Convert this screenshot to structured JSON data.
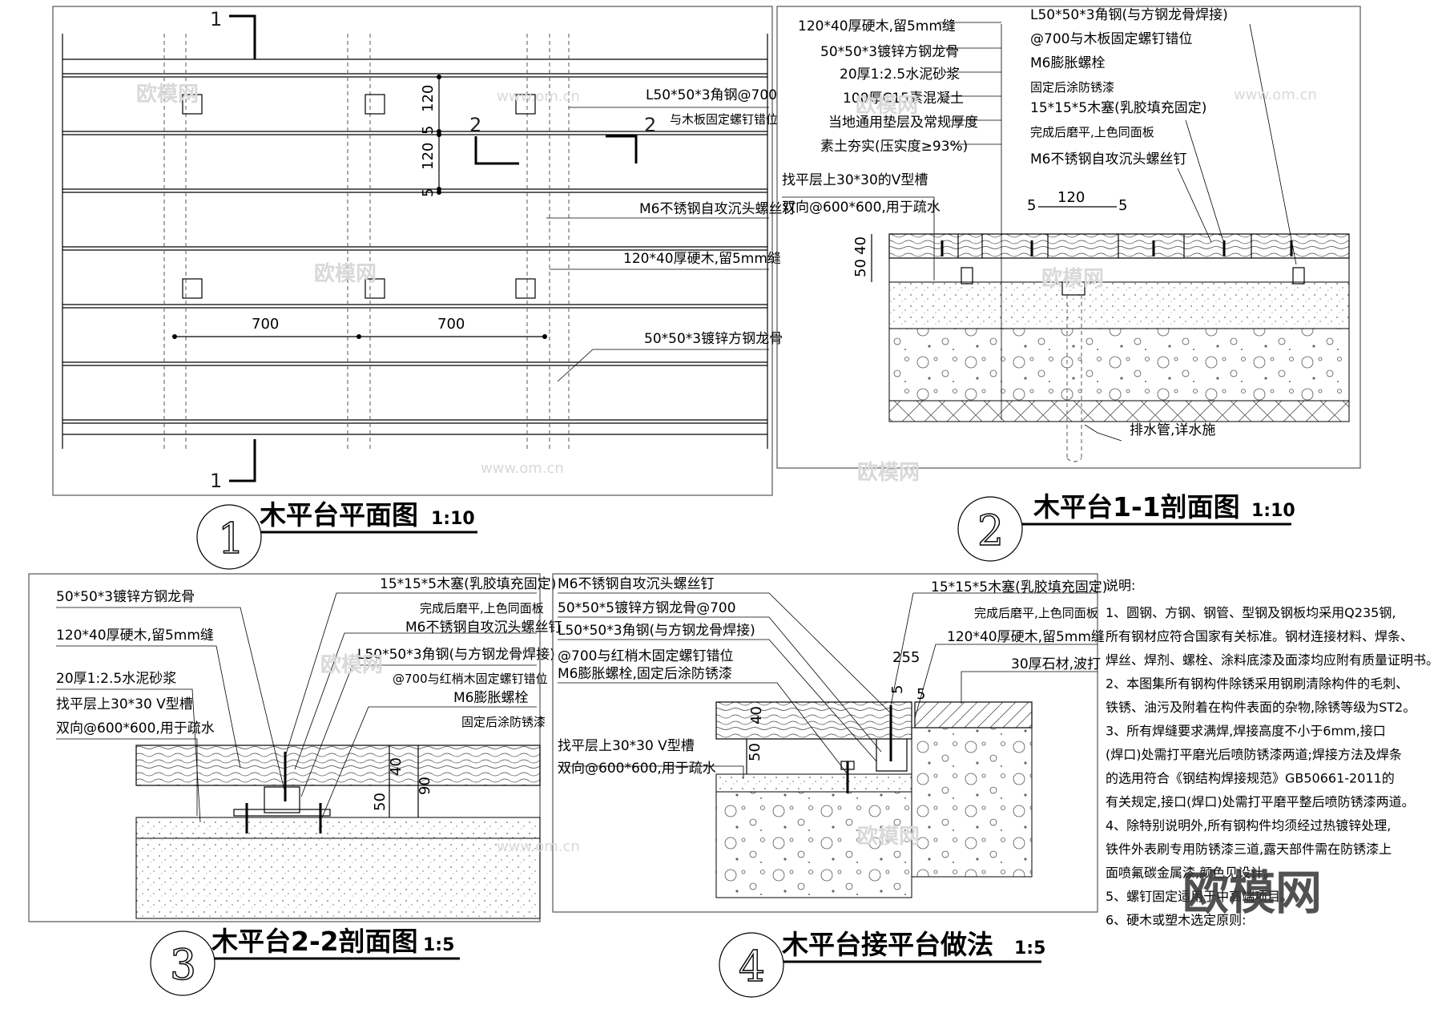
{
  "plan": {
    "title": "木平台平面图",
    "scale": "1:10",
    "number": "1",
    "section_mark_1": "1",
    "section_mark_2": "2",
    "dims": {
      "board": "120",
      "gap": "5",
      "span": "700"
    },
    "labels": {
      "angle": "L50*50*3角钢@700",
      "angle_sub": "与木板固定螺钉错位",
      "screw": "M6不锈钢自攻沉头螺丝钉",
      "board": "120*40厚硬木,留5mm缝",
      "joist": "50*50*3镀锌方钢龙骨"
    }
  },
  "section11": {
    "title": "木平台1-1剖面图",
    "scale": "1:10",
    "number": "2",
    "left_labels": [
      "120*40厚硬木,留5mm缝",
      "50*50*3镀锌方钢龙骨",
      "20厚1:2.5水泥砂浆",
      "100厚C15素混凝土",
      "当地通用垫层及常规厚度",
      "素土夯实(压实度≥93%)"
    ],
    "vgroove_1": "找平层上30*30的V型槽",
    "vgroove_2": "双向@600*600,用于疏水",
    "right_labels": [
      "L50*50*3角钢(与方钢龙骨焊接)",
      "@700与木板固定螺钉错位",
      "M6膨胀螺栓",
      "固定后涂防锈漆",
      "15*15*5木塞(乳胶填充固定)",
      "完成后磨平,上色同面板",
      "M6不锈钢自攻沉头螺丝钉"
    ],
    "dims": {
      "d120": "120",
      "d5": "5",
      "d40": "40",
      "d50": "50"
    },
    "drain": "排水管,详水施"
  },
  "section22": {
    "title": "木平台2-2剖面图",
    "scale": "1:5",
    "number": "3",
    "left_labels": [
      "50*50*3镀锌方钢龙骨",
      "120*40厚硬木,留5mm缝",
      "20厚1:2.5水泥砂浆",
      "找平层上30*30 V型槽",
      "双向@600*600,用于疏水"
    ],
    "right_labels": [
      "15*15*5木塞(乳胶填充固定)",
      "完成后磨平,上色同面板",
      "M6不锈钢自攻沉头螺丝钉",
      "L50*50*3角钢(与方钢龙骨焊接)",
      "@700与红梢木固定螺钉错位",
      "M6膨胀螺栓",
      "固定后涂防锈漆"
    ],
    "dims": {
      "d40": "40",
      "d90": "90",
      "d50": "50"
    }
  },
  "junction": {
    "title": "木平台接平台做法",
    "scale": "1:5",
    "number": "4",
    "left_labels": [
      "M6不锈钢自攻沉头螺丝钉",
      "50*50*5镀锌方钢龙骨@700",
      "L50*50*3角钢(与方钢龙骨焊接)",
      "@700与红梢木固定螺钉错位",
      "M6膨胀螺栓,固定后涂防锈漆"
    ],
    "vgroove_1": "找平层上30*30 V型槽",
    "vgroove_2": "双向@600*600,用于疏水",
    "right_labels": [
      "15*15*5木塞(乳胶填充固定)",
      "完成后磨平,上色同面板",
      "120*40厚硬木,留5mm缝",
      "30厚石材,波打"
    ],
    "dims": {
      "d255": "255",
      "d5": "5",
      "d40": "40",
      "d50": "50"
    }
  },
  "notes": {
    "heading": "说明:",
    "lines": [
      "1、圆钢、方钢、钢管、型钢及钢板均采用Q235钢,",
      "所有钢材应符合国家有关标准。钢材连接材料、焊条、",
      "焊丝、焊剂、螺栓、涂料底漆及面漆均应附有质量证明书。",
      "2、本图集所有钢构件除锈采用钢刷清除构件的毛刺、",
      "铁锈、油污及附着在构件表面的杂物,除锈等级为ST2。",
      "3、所有焊缝要求满焊,焊接高度不小于6mm,接口",
      "(焊口)处需打平磨光后喷防锈漆两道;焊接方法及焊条",
      "的选用符合《钢结构焊接规范》GB50661-2011的",
      "有关规定,接口(焊口)处需打平磨平整后喷防锈漆两道。",
      "4、除特别说明外,所有钢构件均须经过热镀锌处理,",
      "铁件外表刷专用防锈漆三道,露天部件需在防锈漆上",
      "面喷氟碳金属漆,颜色见设计。",
      "5、螺钉固定适用于中高端项目。",
      "6、硬木或塑木选定原则:"
    ]
  },
  "watermark": {
    "brand": "欧模网",
    "url": "www.om.cn"
  }
}
